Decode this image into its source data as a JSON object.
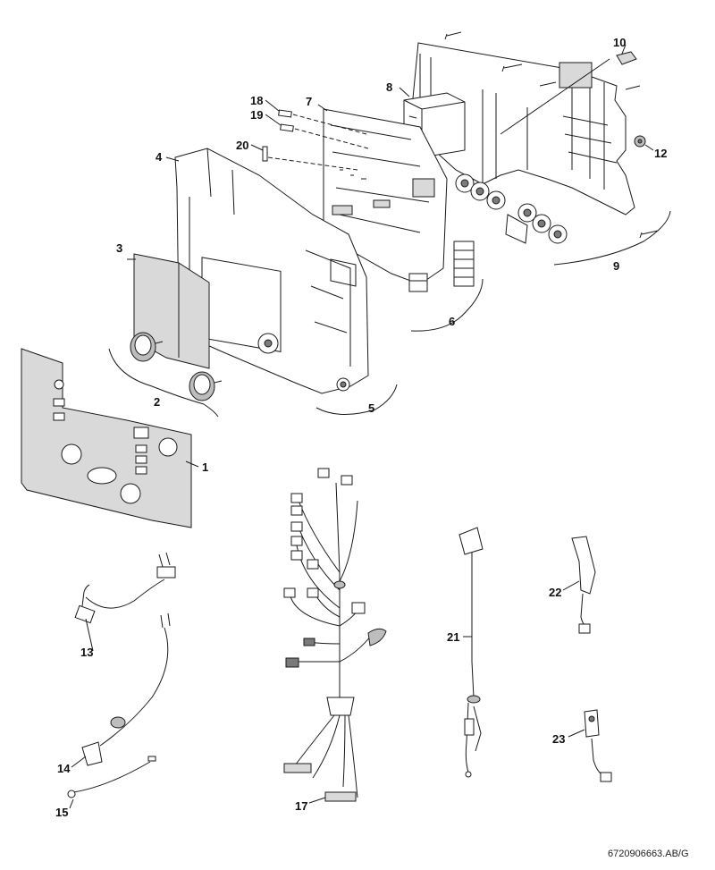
{
  "callouts": {
    "c1": "1",
    "c2": "2",
    "c3": "3",
    "c4": "4",
    "c5": "5",
    "c6": "6",
    "c7": "7",
    "c8": "8",
    "c9": "9",
    "c10": "10",
    "c12": "12",
    "c13": "13",
    "c14": "14",
    "c15": "15",
    "c17": "17",
    "c18": "18",
    "c19": "19",
    "c20": "20",
    "c21": "21",
    "c22": "22",
    "c23": "23"
  },
  "reference_code": "6720906663.AB/G"
}
